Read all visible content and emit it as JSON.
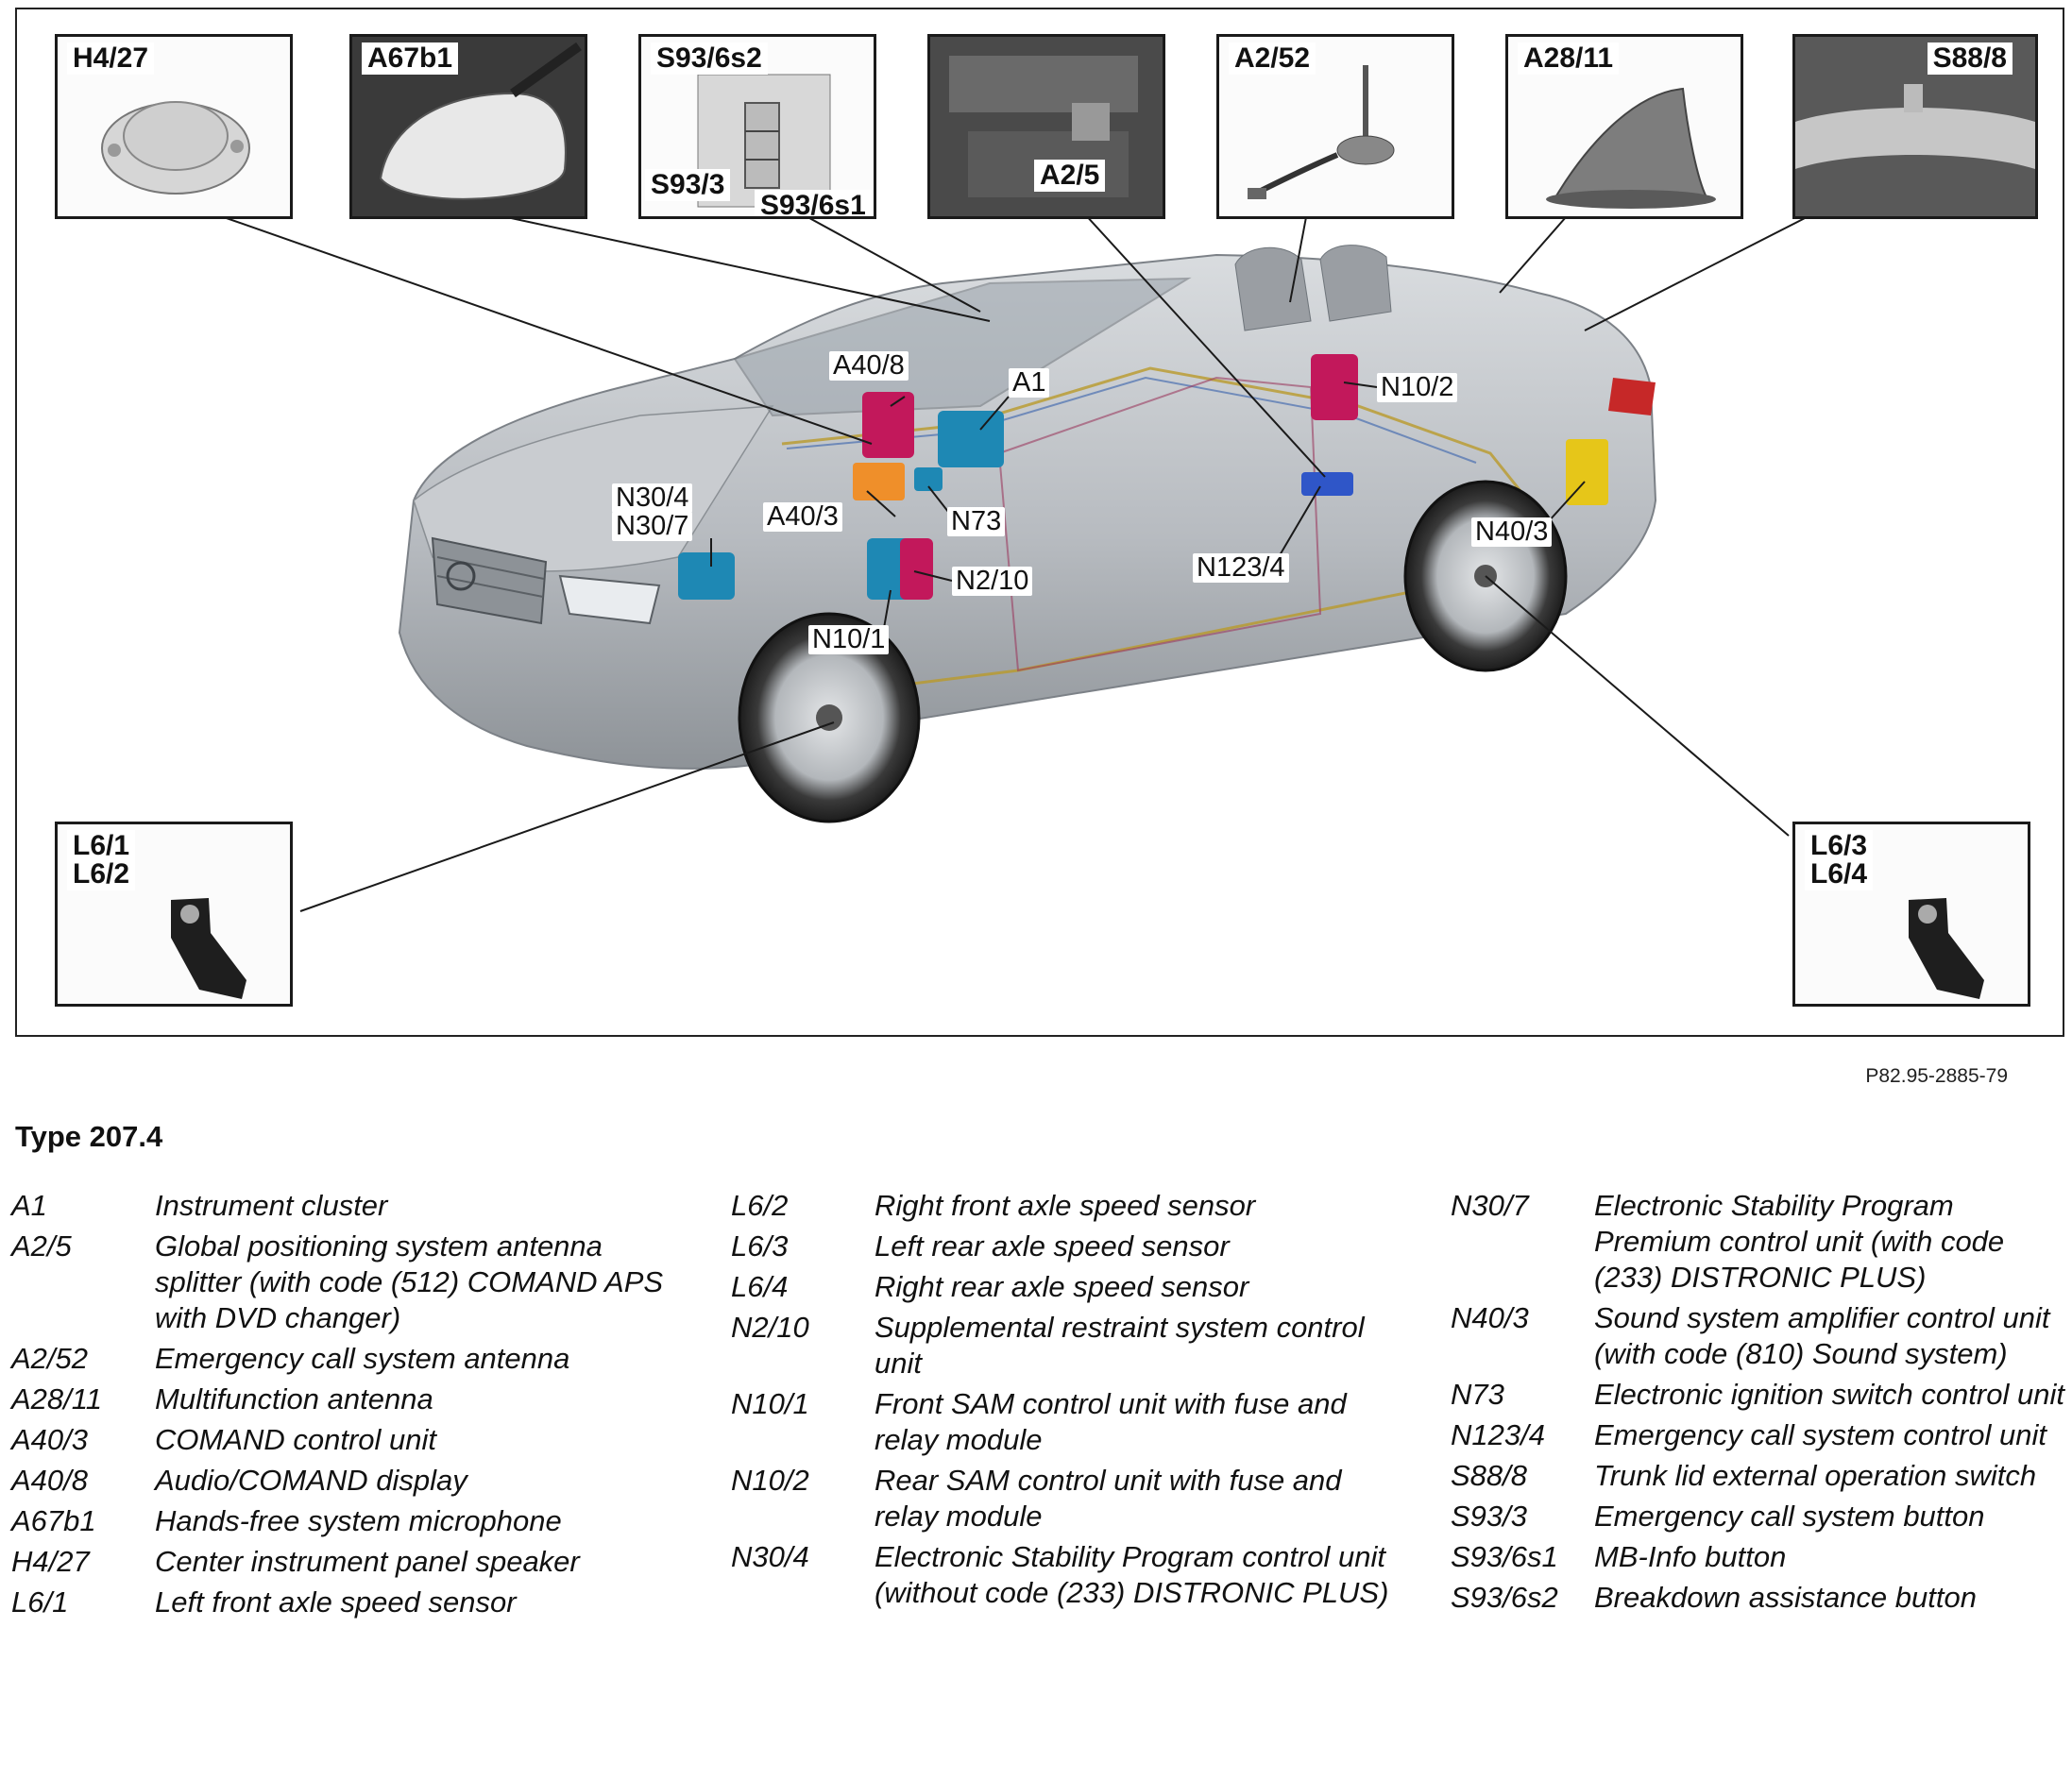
{
  "figure": {
    "doc_number": "P82.95-2885-79",
    "insets": [
      {
        "id": "h4-27",
        "label": "H4/27",
        "depicts": "round speaker"
      },
      {
        "id": "a67b1",
        "label": "A67b1",
        "depicts": "rearview mirror with microphone"
      },
      {
        "id": "s93",
        "labels": [
          "S93/6s2",
          "S93/3",
          "S93/6s1"
        ],
        "depicts": "overhead control buttons"
      },
      {
        "id": "a2-5",
        "label": "A2/5",
        "depicts": "engine bay splitter"
      },
      {
        "id": "a2-52",
        "label": "A2/52",
        "depicts": "rod antenna with cable"
      },
      {
        "id": "a28-11",
        "label": "A28/11",
        "depicts": "shark-fin antenna"
      },
      {
        "id": "s88-8",
        "label": "S88/8",
        "depicts": "trunk lid switch"
      },
      {
        "id": "l6-front",
        "labels": [
          "L6/1",
          "L6/2"
        ],
        "depicts": "axle speed sensor"
      },
      {
        "id": "l6-rear",
        "labels": [
          "L6/3",
          "L6/4"
        ],
        "depicts": "axle speed sensor"
      }
    ],
    "callouts": {
      "a40_8": "A40/8",
      "a1": "A1",
      "n10_2": "N10/2",
      "n30_4": "N30/4",
      "n30_7": "N30/7",
      "a40_3": "A40/3",
      "n73": "N73",
      "n2_10": "N2/10",
      "n40_3": "N40/3",
      "n123_4": "N123/4",
      "n10_1": "N10/1"
    },
    "component_colors": {
      "magenta": "#c2185b",
      "teal": "#1e88b4",
      "orange": "#ef8f2a",
      "yellow": "#e6c619",
      "blue": "#2f56c8",
      "car_body": "#b9bdc2"
    }
  },
  "legend": {
    "title": "Type 207.4",
    "columns": [
      [
        {
          "code": "A1",
          "desc": "Instrument cluster"
        },
        {
          "code": "A2/5",
          "desc": "Global positioning system antenna splitter (with code (512) COMAND APS with DVD changer)"
        },
        {
          "code": "A2/52",
          "desc": "Emergency call system antenna"
        },
        {
          "code": "A28/11",
          "desc": "Multifunction antenna"
        },
        {
          "code": "A40/3",
          "desc": "COMAND control unit"
        },
        {
          "code": "A40/8",
          "desc": "Audio/COMAND display"
        },
        {
          "code": "A67b1",
          "desc": "Hands-free system microphone"
        },
        {
          "code": "H4/27",
          "desc": "Center instrument panel speaker"
        },
        {
          "code": "L6/1",
          "desc": "Left front axle speed sensor"
        }
      ],
      [
        {
          "code": "L6/2",
          "desc": "Right front axle speed sensor"
        },
        {
          "code": "L6/3",
          "desc": "Left rear axle speed sensor"
        },
        {
          "code": "L6/4",
          "desc": "Right rear axle speed sensor"
        },
        {
          "code": "N2/10",
          "desc": "Supplemental restraint system control unit"
        },
        {
          "code": "N10/1",
          "desc": "Front SAM control unit with fuse and relay module"
        },
        {
          "code": "N10/2",
          "desc": "Rear SAM control unit with fuse and relay module"
        },
        {
          "code": "N30/4",
          "desc": "Electronic Stability Program control unit (without code (233) DISTRONIC PLUS)"
        }
      ],
      [
        {
          "code": "N30/7",
          "desc": "Electronic Stability Program Premium control unit (with code (233) DISTRONIC PLUS)"
        },
        {
          "code": "N40/3",
          "desc": "Sound system amplifier control unit (with code (810) Sound system)"
        },
        {
          "code": "N73",
          "desc": "Electronic ignition switch control unit"
        },
        {
          "code": "N123/4",
          "desc": "Emergency call system control unit"
        },
        {
          "code": "S88/8",
          "desc": "Trunk lid external operation switch"
        },
        {
          "code": "S93/3",
          "desc": "Emergency call system button"
        },
        {
          "code": "S93/6s1",
          "desc": "MB-Info button"
        },
        {
          "code": "S93/6s2",
          "desc": "Breakdown assistance button"
        }
      ]
    ]
  }
}
